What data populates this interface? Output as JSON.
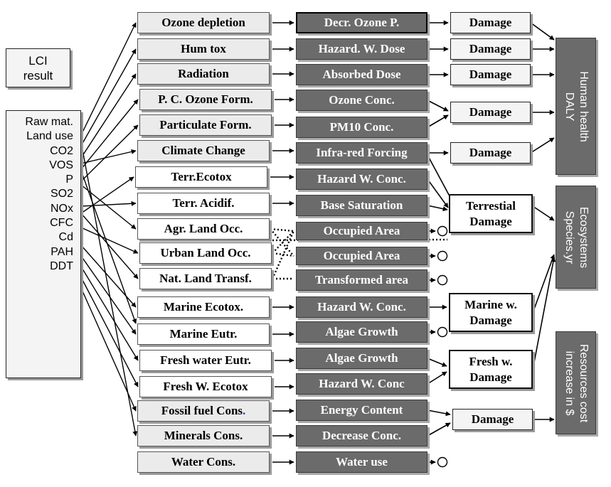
{
  "lci_result": "LCI\nresult",
  "lci_substances": [
    "Raw mat.",
    "Land use",
    "CO2",
    "VOS",
    "P",
    "SO2",
    "NOx",
    "CFC",
    "Cd",
    "PAH",
    "DDT"
  ],
  "midpoint_categories": [
    "Ozone depletion",
    "Hum tox",
    "Radiation",
    "P. C. Ozone Form.",
    "Particulate Form.",
    "Climate Change",
    "Terr.Ecotox",
    "Terr. Acidif.",
    "Agr. Land Occ.",
    "Urban Land Occ.",
    "Nat. Land Transf.",
    "Marine Ecotox.",
    "Marine Eutr.",
    "Fresh water Eutr.",
    "Fresh W. Ecotox",
    "Fossil fuel Cons",
    "Minerals Cons.",
    "Water Cons."
  ],
  "fossil_fuel_trailing_dot": ".",
  "mechanisms": [
    "Decr. Ozone P.",
    "Hazard. W. Dose",
    "Absorbed Dose",
    "Ozone Conc.",
    "PM10 Conc.",
    "Infra-red Forcing",
    "Hazard W. Conc.",
    "Base Saturation",
    "Occupied Area",
    "Occupied Area",
    "Transformed area",
    "Hazard W. Conc.",
    "Algae Growth",
    "Algae Growth",
    "Hazard W. Conc",
    "Energy Content",
    "Decrease Conc.",
    "Water use"
  ],
  "damage_boxes": {
    "damage_1": "Damage",
    "damage_2": "Damage",
    "damage_3": "Damage",
    "damage_4": "Damage",
    "damage_5": "Damage",
    "terrestial_damage": "Terrestial\nDamage",
    "marine_damage": "Marine w.\nDamage",
    "fresh_damage": "Fresh w.\nDamage",
    "resource_damage": "Damage"
  },
  "endpoints": {
    "human_health": "Human health\nDALY",
    "ecosystems": "Ecosystems\nSpecies.yr",
    "resources": "Resources cost\nincrease in $"
  },
  "colors": {
    "category_fill": "#ebebeb",
    "mechanism_fill": "#6b6b6b",
    "endpoint_fill": "#6b6b6b",
    "shadow": "#9a9a9a",
    "arrow": "#000000"
  }
}
